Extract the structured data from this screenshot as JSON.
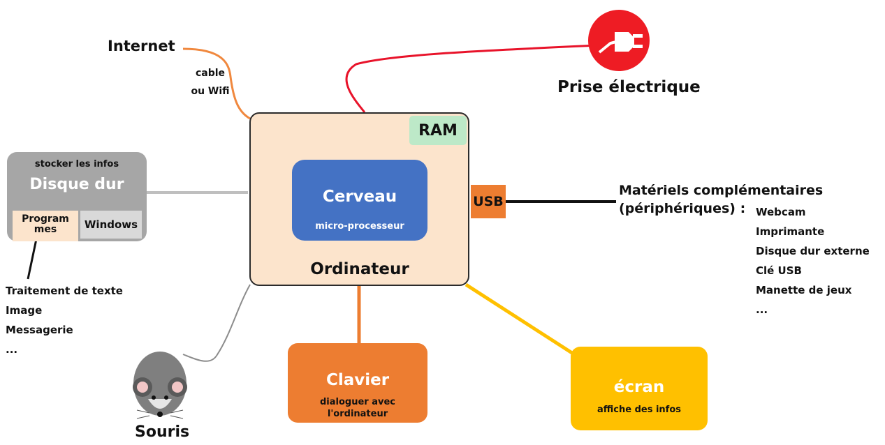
{
  "computer": {
    "label": "Ordinateur",
    "ram_label": "RAM",
    "cpu_title": "Cerveau",
    "cpu_subtitle": "micro-processeur",
    "usb_label": "USB"
  },
  "internet": {
    "label": "Internet",
    "sub_lines": [
      "cable",
      "ou Wifi"
    ]
  },
  "power": {
    "label": "Prise électrique"
  },
  "disk": {
    "caption": "stocker les infos",
    "title": "Disque dur",
    "programs_lines": [
      "Program",
      "mes"
    ],
    "windows_label": "Windows"
  },
  "programs_list": [
    "Traitement de texte",
    "Image",
    "Messagerie",
    "..."
  ],
  "peripherals": {
    "title_lines": [
      "Matériels complémentaires",
      "(périphériques) :"
    ],
    "items": [
      "Webcam",
      "Imprimante",
      "Disque dur externe",
      "Clé USB",
      "Manette de jeux",
      "..."
    ]
  },
  "keyboard": {
    "title": "Clavier",
    "subtitle_lines": [
      "dialoguer avec",
      "l'ordinateur"
    ]
  },
  "screen": {
    "title": "écran",
    "subtitle": "affiche des infos"
  },
  "mouse": {
    "label": "Souris"
  },
  "colors": {
    "computer_fill": "#fce4cc",
    "ram_fill": "#bde9c8",
    "cpu_fill": "#4472c4",
    "usb_fill": "#ed7d31",
    "disk_fill": "#a6a6a6",
    "keyboard_fill": "#ed7d31",
    "screen_fill": "#ffc000",
    "power_icon": "#ee1c24",
    "internet_wire": "#f0883e",
    "power_wire": "#e8132a"
  }
}
